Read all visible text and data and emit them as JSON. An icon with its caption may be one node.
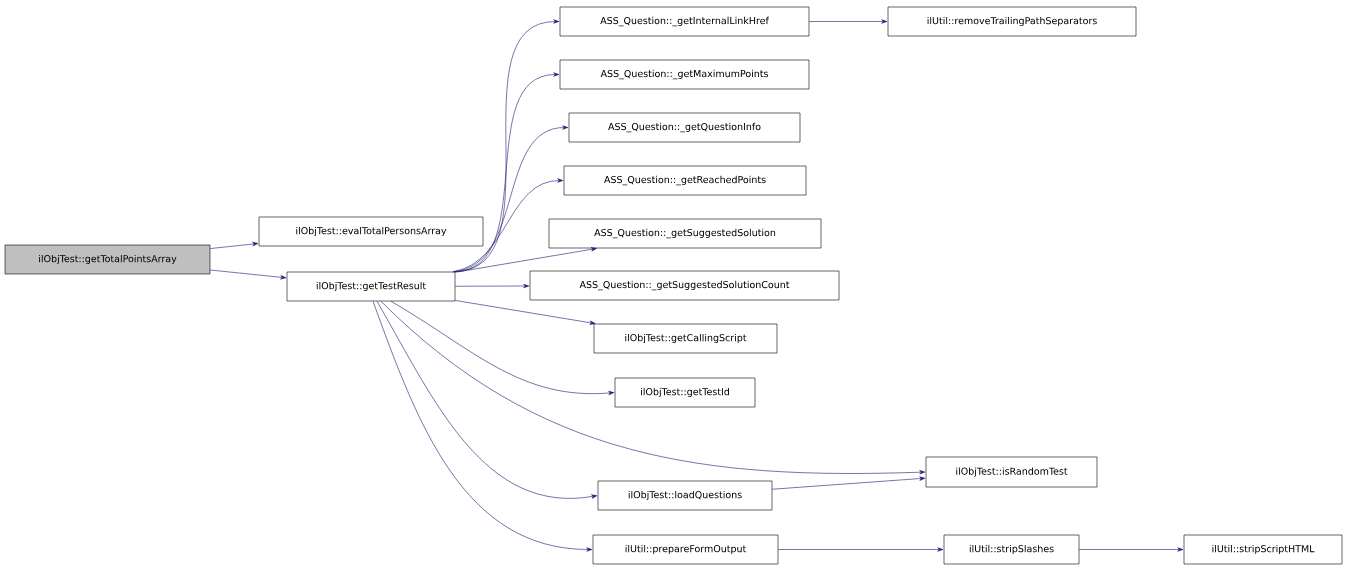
{
  "diagram": {
    "nodes": [
      {
        "text": [
          "ilObjTest::getTotalPointsArray"
        ]
      },
      {
        "text": [
          "ilObjTest::evalTotalPersonsArray"
        ]
      },
      {
        "text": [
          "ilObjTest::getTestResult"
        ]
      },
      {
        "text": [
          "ASS_Question::_getInternalLinkHref"
        ]
      },
      {
        "text": [
          "ilUtil::removeTrailingPathSeparators"
        ]
      },
      {
        "text": [
          "ASS_Question::_getMaximumPoints"
        ]
      },
      {
        "text": [
          "ASS_Question::_getQuestionInfo"
        ]
      },
      {
        "text": [
          "ASS_Question::_getReachedPoints"
        ]
      },
      {
        "text": [
          "ASS_Question::_getSuggestedSolution"
        ]
      },
      {
        "text": [
          "ASS_Question::_getSuggestedSolutionCount"
        ]
      },
      {
        "text": [
          "ilObjTest::getCallingScript"
        ]
      },
      {
        "text": [
          "ilObjTest::getTestId"
        ]
      },
      {
        "text": [
          "ilObjTest::isRandomTest"
        ]
      },
      {
        "text": [
          "ilObjTest::loadQuestions"
        ]
      },
      {
        "text": [
          "ilUtil::prepareFormOutput"
        ]
      },
      {
        "text": [
          "ilUtil::stripSlashes"
        ]
      },
      {
        "text": [
          "ilUtil::stripScriptHTML"
        ]
      }
    ],
    "edges": [
      {
        "from": 0,
        "to": 1,
        "arrow": "to"
      },
      {
        "from": 0,
        "to": 2,
        "arrow": "to"
      },
      {
        "from": 2,
        "to": 3,
        "arrow": "to"
      },
      {
        "from": 2,
        "to": 5,
        "arrow": "to"
      },
      {
        "from": 2,
        "to": 6,
        "arrow": "to"
      },
      {
        "from": 2,
        "to": 7,
        "arrow": "to"
      },
      {
        "from": 2,
        "to": 8,
        "arrow": "to"
      },
      {
        "from": 2,
        "to": 9,
        "arrow": "to"
      },
      {
        "from": 2,
        "to": 10,
        "arrow": "to"
      },
      {
        "from": 2,
        "to": 11,
        "arrow": "to"
      },
      {
        "from": 2,
        "to": 12,
        "arrow": "to"
      },
      {
        "from": 2,
        "to": 13,
        "arrow": "to"
      },
      {
        "from": 2,
        "to": 14,
        "arrow": "to"
      },
      {
        "from": 3,
        "to": 4,
        "arrow": "to"
      },
      {
        "from": 13,
        "to": 12,
        "arrow": "to"
      },
      {
        "from": 14,
        "to": 15,
        "arrow": "to"
      },
      {
        "from": 15,
        "to": 16,
        "arrow": "to"
      }
    ]
  }
}
